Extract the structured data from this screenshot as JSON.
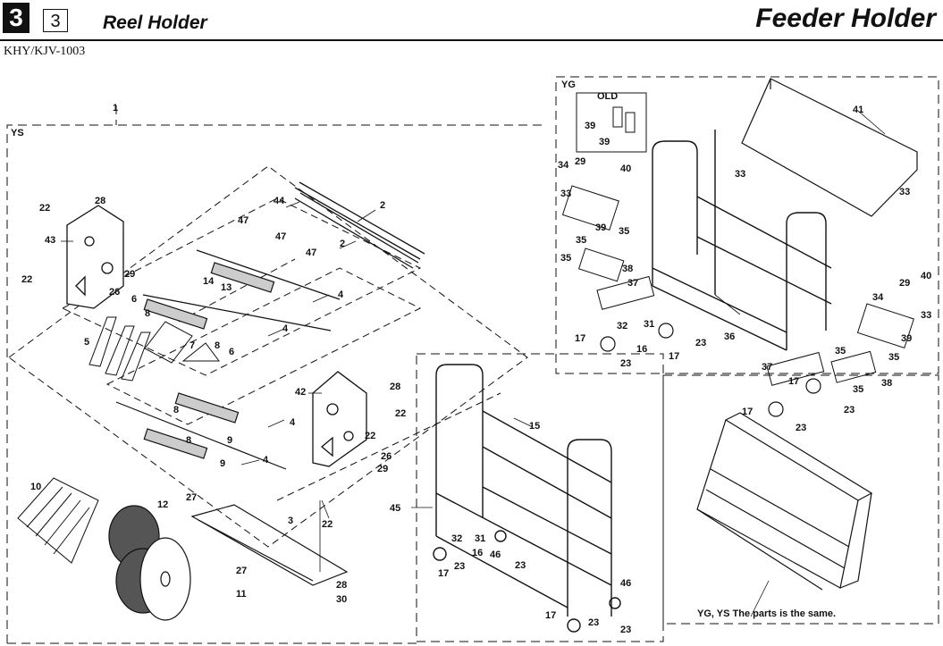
{
  "header": {
    "section_number": "3",
    "sub_number": "3",
    "subtitle": "Reel Holder",
    "title": "Feeder Holder",
    "doc_code": "KHY/KJV-1003"
  },
  "groups": {
    "ys": "YS",
    "yg": "YG",
    "old": "OLD",
    "note": "YG, YS The parts is the same."
  },
  "callouts": [
    {
      "id": "c1",
      "text": "1"
    },
    {
      "id": "c2a",
      "text": "2"
    },
    {
      "id": "c2b",
      "text": "2"
    },
    {
      "id": "c3",
      "text": "3"
    },
    {
      "id": "c4a",
      "text": "4"
    },
    {
      "id": "c4b",
      "text": "4"
    },
    {
      "id": "c4c",
      "text": "4"
    },
    {
      "id": "c4d",
      "text": "4"
    },
    {
      "id": "c5",
      "text": "5"
    },
    {
      "id": "c6a",
      "text": "6"
    },
    {
      "id": "c6b",
      "text": "6"
    },
    {
      "id": "c7",
      "text": "7"
    },
    {
      "id": "c8a",
      "text": "8"
    },
    {
      "id": "c8b",
      "text": "8"
    },
    {
      "id": "c8c",
      "text": "8"
    },
    {
      "id": "c8d",
      "text": "8"
    },
    {
      "id": "c9a",
      "text": "9"
    },
    {
      "id": "c9b",
      "text": "9"
    },
    {
      "id": "c10",
      "text": "10"
    },
    {
      "id": "c11",
      "text": "11"
    },
    {
      "id": "c12",
      "text": "12"
    },
    {
      "id": "c13",
      "text": "13"
    },
    {
      "id": "c14",
      "text": "14"
    },
    {
      "id": "c15",
      "text": "15"
    },
    {
      "id": "c16a",
      "text": "16"
    },
    {
      "id": "c16b",
      "text": "16"
    },
    {
      "id": "c17a",
      "text": "17"
    },
    {
      "id": "c17b",
      "text": "17"
    },
    {
      "id": "c17c",
      "text": "17"
    },
    {
      "id": "c17d",
      "text": "17"
    },
    {
      "id": "c17e",
      "text": "17"
    },
    {
      "id": "c17f",
      "text": "17"
    },
    {
      "id": "c22a",
      "text": "22"
    },
    {
      "id": "c22b",
      "text": "22"
    },
    {
      "id": "c22c",
      "text": "22"
    },
    {
      "id": "c22d",
      "text": "22"
    },
    {
      "id": "c22e",
      "text": "22"
    },
    {
      "id": "c23a",
      "text": "23"
    },
    {
      "id": "c23b",
      "text": "23"
    },
    {
      "id": "c23c",
      "text": "23"
    },
    {
      "id": "c23d",
      "text": "23"
    },
    {
      "id": "c23e",
      "text": "23"
    },
    {
      "id": "c23f",
      "text": "23"
    },
    {
      "id": "c23g",
      "text": "23"
    },
    {
      "id": "c23h",
      "text": "23"
    },
    {
      "id": "c26a",
      "text": "26"
    },
    {
      "id": "c26b",
      "text": "26"
    },
    {
      "id": "c27a",
      "text": "27"
    },
    {
      "id": "c27b",
      "text": "27"
    },
    {
      "id": "c28a",
      "text": "28"
    },
    {
      "id": "c28b",
      "text": "28"
    },
    {
      "id": "c28c",
      "text": "28"
    },
    {
      "id": "c29a",
      "text": "29"
    },
    {
      "id": "c29b",
      "text": "29"
    },
    {
      "id": "c29c",
      "text": "29"
    },
    {
      "id": "c29d",
      "text": "29"
    },
    {
      "id": "c30",
      "text": "30"
    },
    {
      "id": "c31a",
      "text": "31"
    },
    {
      "id": "c31b",
      "text": "31"
    },
    {
      "id": "c32a",
      "text": "32"
    },
    {
      "id": "c32b",
      "text": "32"
    },
    {
      "id": "c33a",
      "text": "33"
    },
    {
      "id": "c33b",
      "text": "33"
    },
    {
      "id": "c33c",
      "text": "33"
    },
    {
      "id": "c33d",
      "text": "33"
    },
    {
      "id": "c34a",
      "text": "34"
    },
    {
      "id": "c34b",
      "text": "34"
    },
    {
      "id": "c35a",
      "text": "35"
    },
    {
      "id": "c35b",
      "text": "35"
    },
    {
      "id": "c35c",
      "text": "35"
    },
    {
      "id": "c35d",
      "text": "35"
    },
    {
      "id": "c35e",
      "text": "35"
    },
    {
      "id": "c35f",
      "text": "35"
    },
    {
      "id": "c36",
      "text": "36"
    },
    {
      "id": "c37a",
      "text": "37"
    },
    {
      "id": "c37b",
      "text": "37"
    },
    {
      "id": "c38a",
      "text": "38"
    },
    {
      "id": "c38b",
      "text": "38"
    },
    {
      "id": "c39a",
      "text": "39"
    },
    {
      "id": "c39b",
      "text": "39"
    },
    {
      "id": "c39c",
      "text": "39"
    },
    {
      "id": "c39d",
      "text": "39"
    },
    {
      "id": "c40a",
      "text": "40"
    },
    {
      "id": "c40b",
      "text": "40"
    },
    {
      "id": "c41",
      "text": "41"
    },
    {
      "id": "c42",
      "text": "42"
    },
    {
      "id": "c43",
      "text": "43"
    },
    {
      "id": "c44",
      "text": "44"
    },
    {
      "id": "c45",
      "text": "45"
    },
    {
      "id": "c46a",
      "text": "46"
    },
    {
      "id": "c46b",
      "text": "46"
    },
    {
      "id": "c47a",
      "text": "47"
    },
    {
      "id": "c47b",
      "text": "47"
    },
    {
      "id": "c47c",
      "text": "47"
    }
  ]
}
